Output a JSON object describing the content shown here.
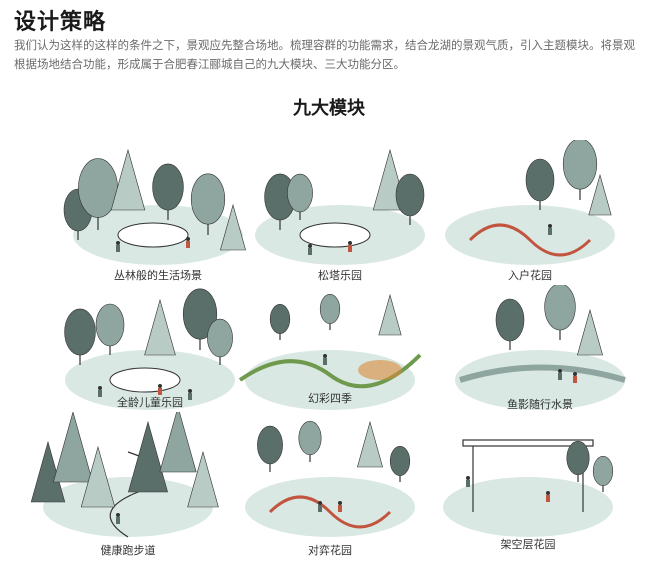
{
  "header": {
    "title": "设计策略",
    "intro": "我们认为这样的这样的条件之下，景观应先整合场地。梳理容群的功能需求，结合龙湖的景观气质，引入主题模块。将景观根据场地结合功能，形成属于合肥春江郦城自己的九大模块、三大功能分区。"
  },
  "section": {
    "title": "九大模块"
  },
  "modules": [
    {
      "label": "丛林般的生活场景",
      "icon": "forest-life-illustration"
    },
    {
      "label": "松塔乐园",
      "icon": "pinecone-playground-illustration"
    },
    {
      "label": "入户花园",
      "icon": "entrance-garden-illustration"
    },
    {
      "label": "全龄儿童乐园",
      "icon": "children-playground-illustration"
    },
    {
      "label": "幻彩四季",
      "icon": "four-seasons-illustration"
    },
    {
      "label": "鱼影随行水景",
      "icon": "fish-water-feature-illustration"
    },
    {
      "label": "健康跑步道",
      "icon": "running-track-illustration"
    },
    {
      "label": "对弈花园",
      "icon": "chess-garden-illustration"
    },
    {
      "label": "架空层花园",
      "icon": "pavilion-garden-illustration"
    }
  ],
  "palette": {
    "blob": "#d9e8e2",
    "tree_dark": "#5b6f6a",
    "tree_mid": "#8fa5a0",
    "tree_light": "#b9cbc5",
    "accent_red": "#c2553f",
    "accent_orange": "#d98a3c",
    "accent_green": "#6f9a4e",
    "ink": "#333333"
  }
}
